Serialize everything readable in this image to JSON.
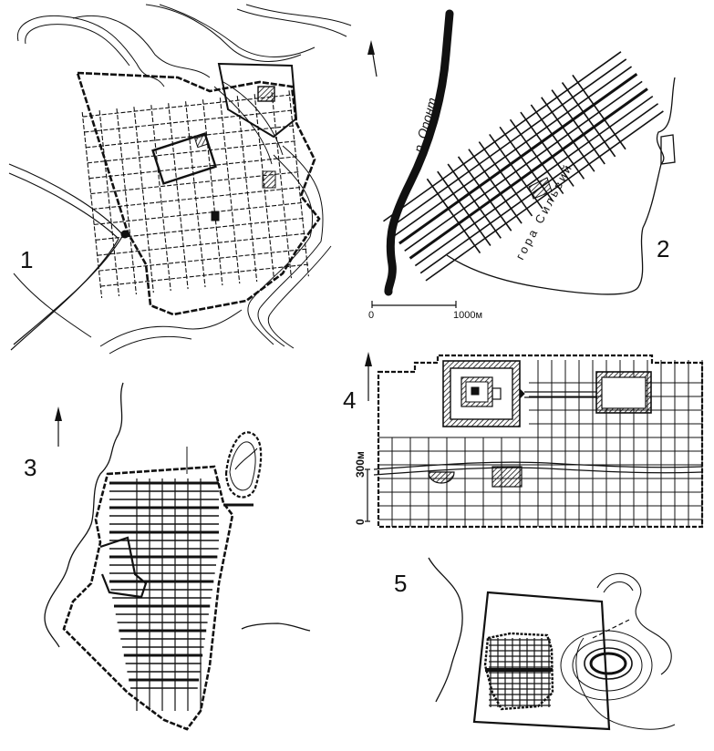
{
  "panels": [
    {
      "id": "1",
      "label": "1"
    },
    {
      "id": "2",
      "label": "2"
    },
    {
      "id": "3",
      "label": "3"
    },
    {
      "id": "4",
      "label": "4"
    },
    {
      "id": "5",
      "label": "5"
    }
  ],
  "map2": {
    "river_label": "р. Оронт",
    "mountain_label": "гора Сильвий",
    "scale_start": "0",
    "scale_end": "1000м"
  },
  "map4": {
    "scale_top": "300м",
    "scale_bottom": "0"
  },
  "colors": {
    "ink": "#111111",
    "paper": "#ffffff"
  }
}
